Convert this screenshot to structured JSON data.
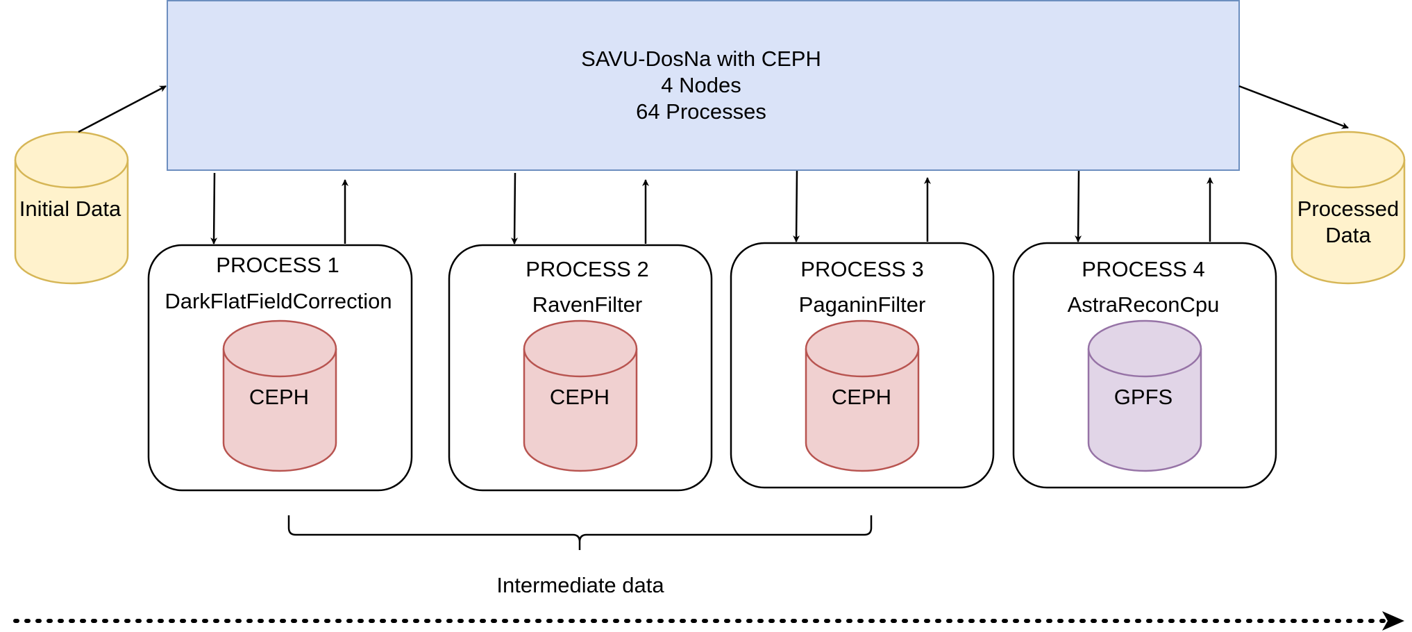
{
  "main_box": {
    "title": "SAVU-DosNa with CEPH",
    "nodes": "4 Nodes",
    "processes": "64 Processes"
  },
  "initial_data": {
    "label": "Initial Data"
  },
  "processed_data": {
    "line1": "Processed",
    "line2": "Data"
  },
  "process_blocks": [
    {
      "title": "PROCESS 1",
      "plugin": "DarkFlatFieldCorrection",
      "storage": "CEPH"
    },
    {
      "title": "PROCESS 2",
      "plugin": "RavenFilter",
      "storage": "CEPH"
    },
    {
      "title": "PROCESS 3",
      "plugin": "PaganinFilter",
      "storage": "CEPH"
    },
    {
      "title": "PROCESS 4",
      "plugin": "AstraReconCpu",
      "storage": "GPFS"
    }
  ],
  "intermediate_label": "Intermediate data",
  "colors": {
    "main_fill": "#dae3f8",
    "main_stroke": "#6c8ebf",
    "data_fill": "#fff2cc",
    "data_stroke": "#d6b656",
    "ceph_fill": "#f0d0d0",
    "ceph_stroke": "#b85450",
    "gpfs_fill": "#e1d5e7",
    "gpfs_stroke": "#9673a6"
  }
}
